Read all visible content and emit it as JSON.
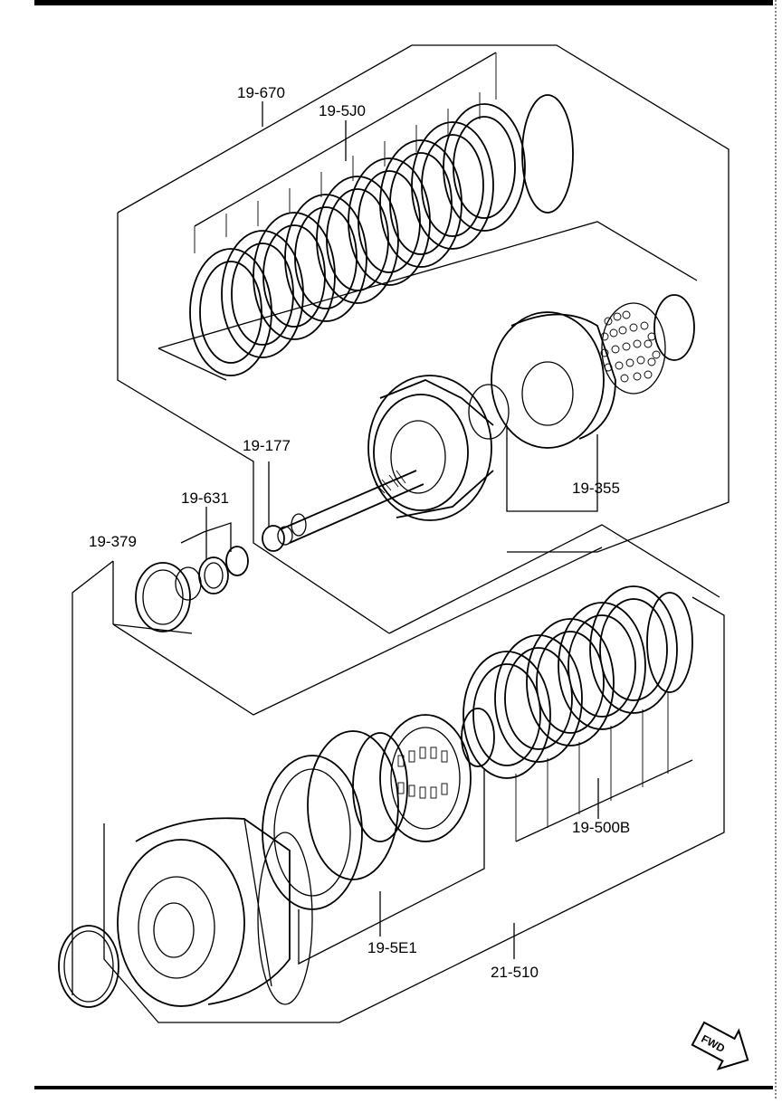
{
  "diagram": {
    "callouts": {
      "c_19_670": "19-670",
      "c_19_5j0": "19-5J0",
      "c_19_177": "19-177",
      "c_19_631": "19-631",
      "c_19_379": "19-379",
      "c_19_355": "19-355",
      "c_19_500b": "19-500B",
      "c_19_5e1": "19-5E1",
      "c_21_510": "21-510"
    },
    "fwd_label": "FWD"
  }
}
